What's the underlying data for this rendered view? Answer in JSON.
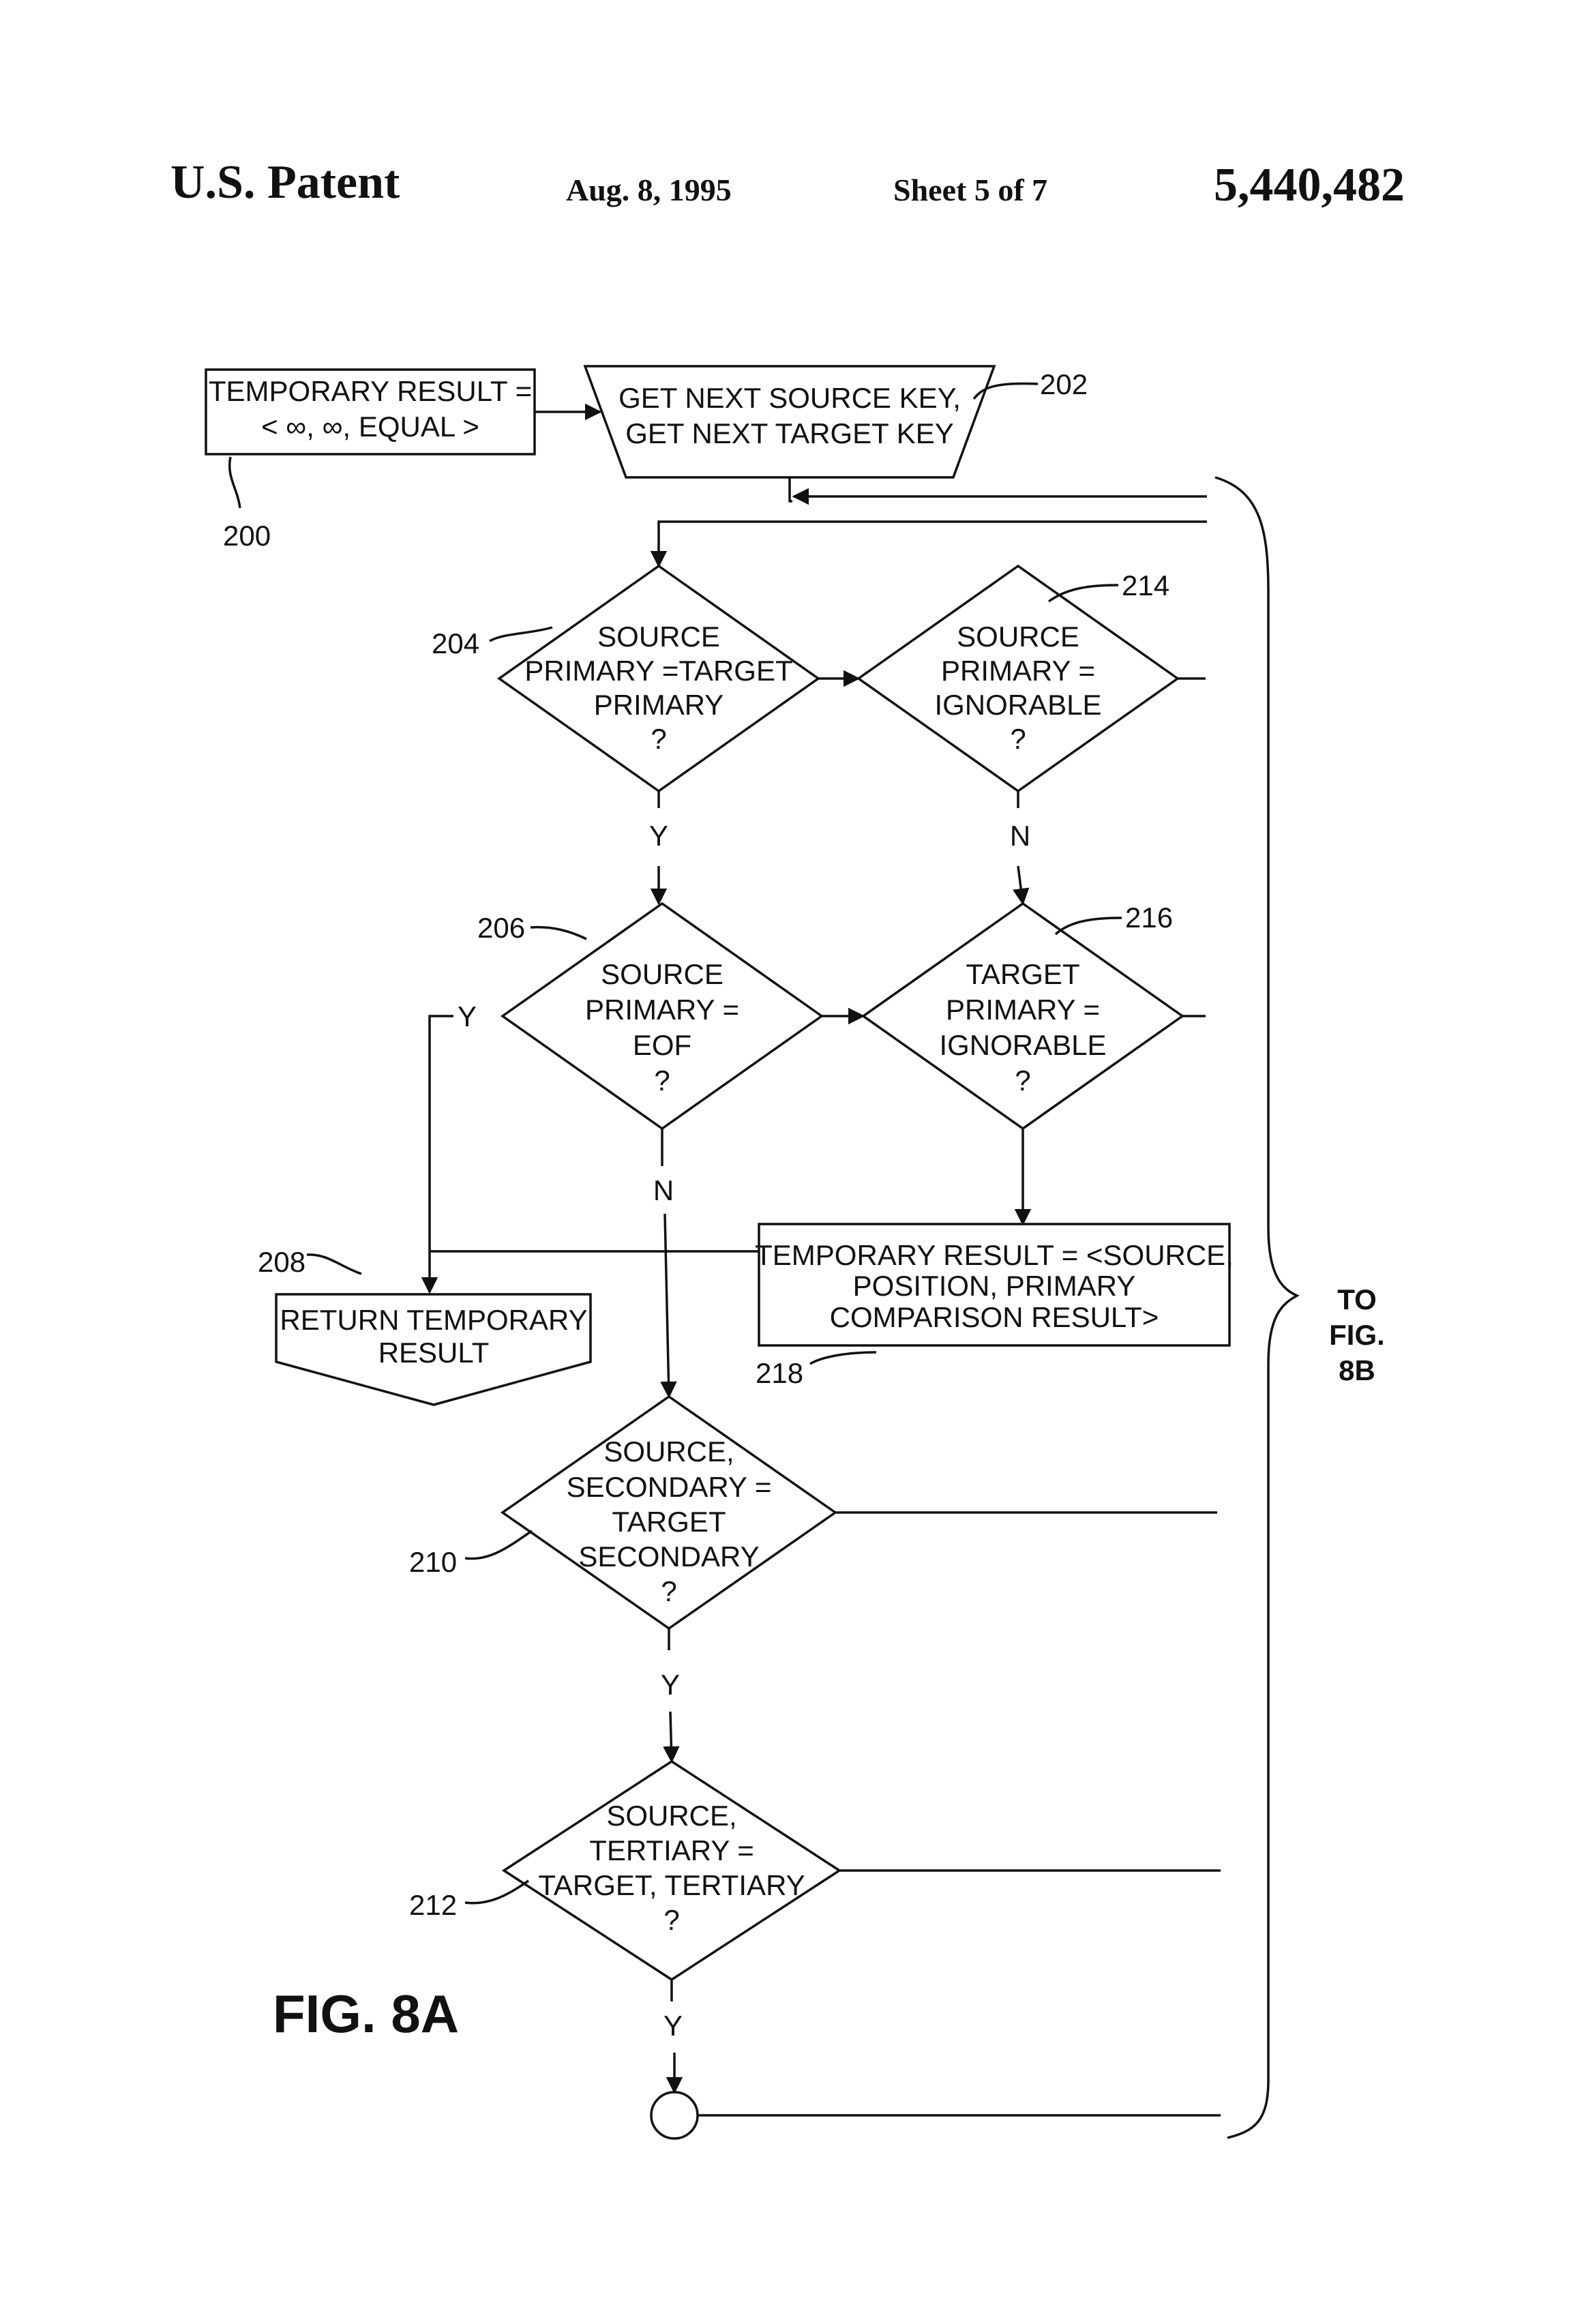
{
  "header": {
    "left": "U.S. Patent",
    "date": "Aug. 8, 1995",
    "sheet": "Sheet 5 of 7",
    "number": "5,440,482"
  },
  "figure_label": "FIG. 8A",
  "continuation": [
    "TO",
    "FIG.",
    "8B"
  ],
  "nodes": {
    "n200": {
      "ref": "200",
      "lines": [
        "TEMPORARY RESULT =",
        "< ∞, ∞, EQUAL >"
      ]
    },
    "n202": {
      "ref": "202",
      "lines": [
        "GET NEXT SOURCE KEY,",
        "GET NEXT TARGET KEY"
      ]
    },
    "n204": {
      "ref": "204",
      "lines": [
        "SOURCE",
        "PRIMARY =TARGET",
        "PRIMARY",
        "?"
      ]
    },
    "n214": {
      "ref": "214",
      "lines": [
        "SOURCE",
        "PRIMARY =",
        "IGNORABLE",
        "?"
      ]
    },
    "n206": {
      "ref": "206",
      "lines": [
        "SOURCE",
        "PRIMARY =",
        "EOF",
        "?"
      ]
    },
    "n216": {
      "ref": "216",
      "lines": [
        "TARGET",
        "PRIMARY =",
        "IGNORABLE",
        "?"
      ]
    },
    "n208": {
      "ref": "208",
      "lines": [
        "RETURN TEMPORARY",
        "RESULT"
      ]
    },
    "n218": {
      "ref": "218",
      "lines": [
        "TEMPORARY RESULT = <SOURCE,",
        "POSITION, PRIMARY",
        "COMPARISON RESULT>"
      ]
    },
    "n210": {
      "ref": "210",
      "lines": [
        "SOURCE,",
        "SECONDARY =",
        "TARGET",
        "SECONDARY",
        "?"
      ]
    },
    "n212": {
      "ref": "212",
      "lines": [
        "SOURCE,",
        "TERTIARY =",
        "TARGET, TERTIARY",
        "?"
      ]
    }
  },
  "branch_labels": {
    "y_204": "Y",
    "n_214": "N",
    "y_206": "Y",
    "n_206": "N",
    "y_210": "Y",
    "y_212": "Y"
  }
}
